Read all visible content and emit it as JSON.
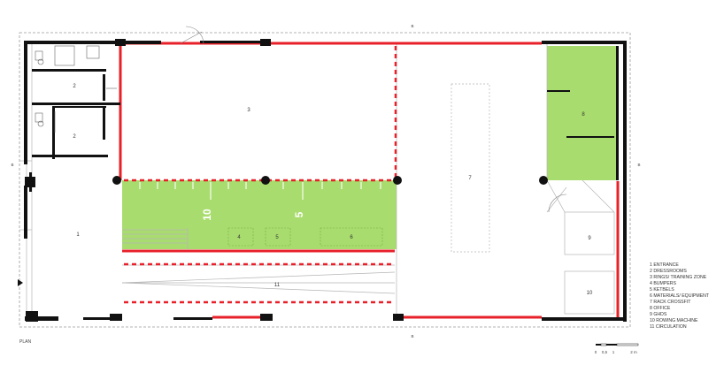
{
  "plan_title": "PLAN",
  "axis_markers": {
    "top": "B",
    "bottom": "B",
    "left": "B",
    "right": "B"
  },
  "rooms": [
    {
      "id": "r2a",
      "label": "2"
    },
    {
      "id": "r2b",
      "label": "2"
    },
    {
      "id": "r3",
      "label": "3"
    },
    {
      "id": "r1",
      "label": "1"
    },
    {
      "id": "r4",
      "label": "4"
    },
    {
      "id": "r5",
      "label": "5"
    },
    {
      "id": "r6",
      "label": "6"
    },
    {
      "id": "r7",
      "label": "7"
    },
    {
      "id": "r8",
      "label": "8"
    },
    {
      "id": "r9",
      "label": "9"
    },
    {
      "id": "r10",
      "label": "10"
    },
    {
      "id": "r11",
      "label": "11"
    }
  ],
  "floor_markings": {
    "mark_10": "10",
    "mark_5": "5"
  },
  "legend": [
    "1 ENTRANCE",
    "2 DRESSROOMS",
    "3 RINGS/ TRAINING ZONE",
    "4 BUMPERS",
    "5 KETBELS",
    "6 MATERIALS/ EQUIPMENT",
    "7 RACK CROSSFIT",
    "8 OFFICE",
    "9 GHDS",
    "10 ROWING MACHINE",
    "11 CIRCULATION"
  ],
  "scale_bar": {
    "ticks": [
      "0",
      "0,5",
      "1",
      "2 m"
    ]
  },
  "colors": {
    "wall": "#111111",
    "accent_red": "#e8202a",
    "green_zone": "#a9dc6e",
    "thin_line": "#9a9a9a"
  }
}
